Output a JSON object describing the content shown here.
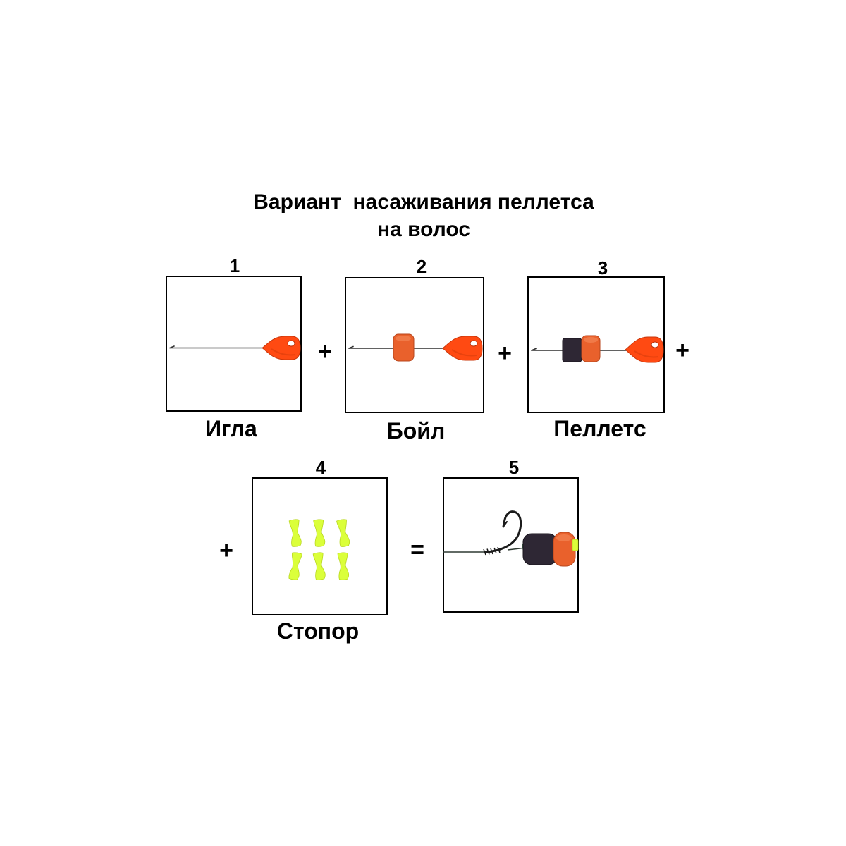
{
  "title": {
    "line1": "Вариант  насаживания пеллетса",
    "line2": "на волос"
  },
  "steps": [
    {
      "number": "1",
      "label": "Игла",
      "icon": "baiting-needle-icon"
    },
    {
      "number": "2",
      "label": "Бойл",
      "icon": "needle-with-boilie-icon"
    },
    {
      "number": "3",
      "label": "Пеллетс",
      "icon": "needle-with-pellet-and-boilie-icon"
    },
    {
      "number": "4",
      "label": "Стопор",
      "icon": "bait-stoppers-icon"
    },
    {
      "number": "5",
      "icon": "hair-rig-with-bait-icon"
    }
  ],
  "operators": [
    "+",
    "+",
    "+",
    "+",
    "="
  ],
  "colors": {
    "handle": "#ff4a12",
    "boilie": "#e9612c",
    "pellet": "#2e2734",
    "stopper": "#dbff3a",
    "line": "#2f2f2f"
  }
}
